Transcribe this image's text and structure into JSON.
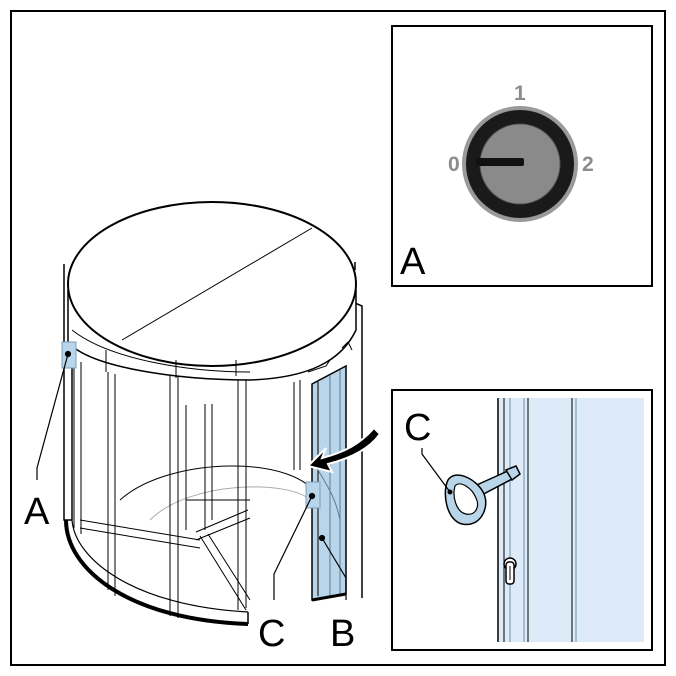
{
  "labels": {
    "a_main": "A",
    "b_main": "B",
    "c_main": "C",
    "a_inset": "A",
    "c_inset": "C"
  },
  "dial": {
    "position_0": "0",
    "position_1": "1",
    "position_2": "2",
    "current_position": 0
  },
  "icons": {
    "key_switch": "key-switch-dial-icon",
    "door_key": "triangular-key-icon",
    "keyhole": "keyhole-icon",
    "direction_arrow": "curved-arrow-icon"
  },
  "colors": {
    "highlight_fill": "#b9d5ea",
    "highlight_light": "#dcebf7",
    "highlight_dark": "#8fb4d3",
    "outline": "#000000",
    "structure_gray": "#9a9a9a",
    "dial_gray": "#8a8a8a",
    "dial_ring": "#1a1a1a",
    "dial_text": "#8c8c8c"
  }
}
